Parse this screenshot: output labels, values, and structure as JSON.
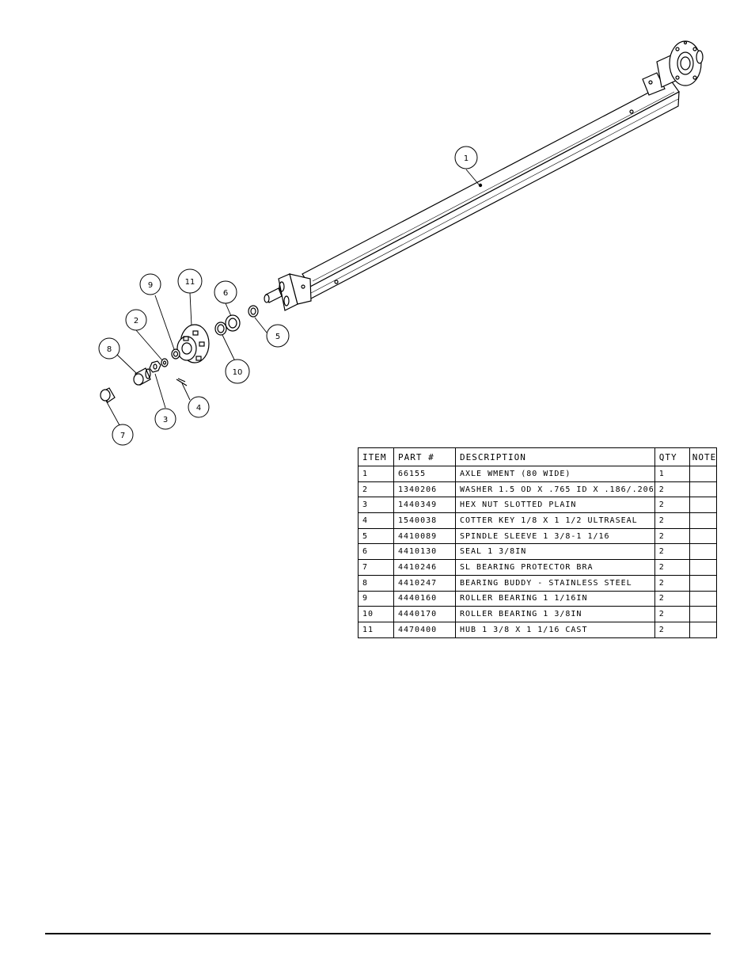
{
  "callouts": [
    {
      "id": "axle",
      "label": "1"
    },
    {
      "id": "washer",
      "label": "2"
    },
    {
      "id": "hex-nut",
      "label": "3"
    },
    {
      "id": "cotter-key",
      "label": "4"
    },
    {
      "id": "spindle-sleeve",
      "label": "5"
    },
    {
      "id": "seal",
      "label": "6"
    },
    {
      "id": "bearing-protector",
      "label": "7"
    },
    {
      "id": "bearing-buddy",
      "label": "8"
    },
    {
      "id": "roller-bearing-small",
      "label": "9"
    },
    {
      "id": "roller-bearing-large",
      "label": "10"
    },
    {
      "id": "hub",
      "label": "11"
    }
  ],
  "parts_table": {
    "headers": {
      "item": "ITEM",
      "part": "PART #",
      "description": "DESCRIPTION",
      "qty": "QTY",
      "note": "NOTE"
    },
    "rows": [
      {
        "item": "1",
        "part": "66155",
        "description": "AXLE WMENT (80 WIDE)",
        "qty": "1",
        "note": ""
      },
      {
        "item": "2",
        "part": "1340206",
        "description": "WASHER 1.5 OD X .765 ID X .186/.206",
        "qty": "2",
        "note": ""
      },
      {
        "item": "3",
        "part": "1440349",
        "description": "HEX NUT SLOTTED PLAIN",
        "qty": "2",
        "note": ""
      },
      {
        "item": "4",
        "part": "1540038",
        "description": "COTTER KEY 1/8 X 1 1/2 ULTRASEAL",
        "qty": "2",
        "note": ""
      },
      {
        "item": "5",
        "part": "4410089",
        "description": "SPINDLE SLEEVE  1 3/8-1 1/16",
        "qty": "2",
        "note": ""
      },
      {
        "item": "6",
        "part": "4410130",
        "description": "SEAL  1 3/8IN",
        "qty": "2",
        "note": ""
      },
      {
        "item": "7",
        "part": "4410246",
        "description": "SL BEARING PROTECTOR BRA",
        "qty": "2",
        "note": ""
      },
      {
        "item": "8",
        "part": "4410247",
        "description": "BEARING BUDDY - STAINLESS STEEL",
        "qty": "2",
        "note": ""
      },
      {
        "item": "9",
        "part": "4440160",
        "description": "ROLLER BEARING   1 1/16IN",
        "qty": "2",
        "note": ""
      },
      {
        "item": "10",
        "part": "4440170",
        "description": "ROLLER BEARING   1 3/8IN",
        "qty": "2",
        "note": ""
      },
      {
        "item": "11",
        "part": "4470400",
        "description": "HUB   1 3/8 X 1 1/16 CAST",
        "qty": "2",
        "note": ""
      }
    ]
  }
}
